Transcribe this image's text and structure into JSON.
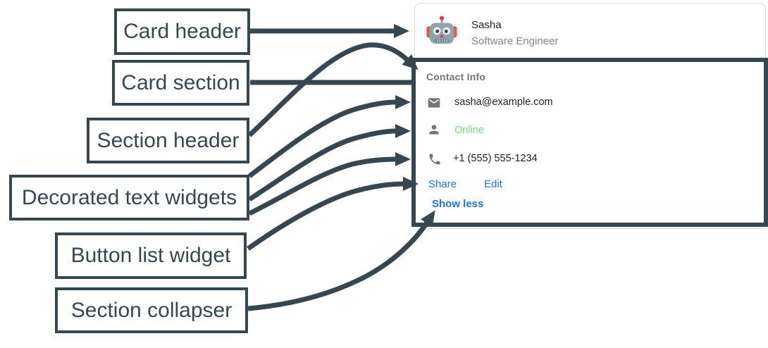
{
  "diagram": {
    "labels": {
      "card_header": "Card header",
      "card_section": "Card section",
      "section_header": "Section header",
      "decorated_text": "Decorated text widgets",
      "button_list": "Button list widget",
      "section_collapser": "Section collapser"
    }
  },
  "card": {
    "header": {
      "name": "Sasha",
      "subtitle": "Software Engineer",
      "avatar": "robot-avatar"
    },
    "section": {
      "title": "Contact Info",
      "widgets": [
        {
          "icon": "email-icon",
          "text": "sasha@example.com"
        },
        {
          "icon": "person-icon",
          "text": "Online",
          "status": "online"
        },
        {
          "icon": "phone-icon",
          "text": "+1 (555) 555-1234"
        }
      ],
      "buttons": [
        {
          "label": "Share"
        },
        {
          "label": "Edit"
        }
      ],
      "collapser": {
        "label": "Show less"
      }
    }
  },
  "colors": {
    "annotation": "#37474f",
    "card_border": "#dadce0",
    "link_blue": "#1a73e8",
    "online_green": "#78d878",
    "muted_gray": "#757575",
    "subtitle_gray": "#80868b",
    "text_dark": "#202124",
    "icon_gray": "#757575"
  }
}
